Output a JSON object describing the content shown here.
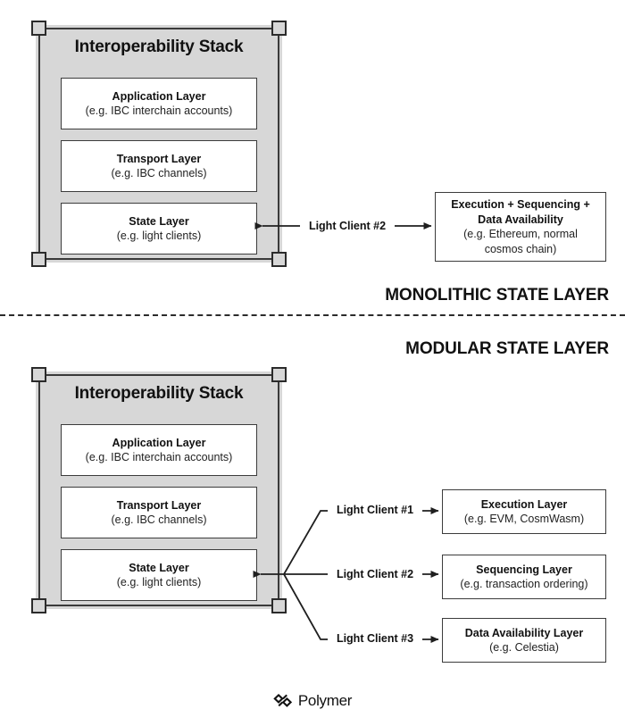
{
  "diagram": {
    "title": "Monolithic vs Modular State Layer — Interoperability Stack",
    "accent_color": "#d7d7d7",
    "line_color": "#2b2b2b",
    "box_border_color": "#3c3c3c"
  },
  "sections": [
    {
      "id": "monolithic",
      "caption": "MONOLITHIC STATE LAYER",
      "stack": {
        "title": "Interoperability Stack",
        "layers": [
          {
            "title": "Application Layer",
            "sub": "(e.g. IBC interchain accounts)"
          },
          {
            "title": "Transport Layer",
            "sub": "(e.g. IBC channels)"
          },
          {
            "title": "State Layer",
            "sub": "(e.g. light clients)"
          }
        ]
      },
      "connectors": [
        {
          "label": "Light Client #2"
        }
      ],
      "targets": [
        {
          "title_line1": "Execution + Sequencing +",
          "title_line2": "Data Availability",
          "sub_line1": "(e.g. Ethereum, normal",
          "sub_line2": "cosmos chain)"
        }
      ]
    },
    {
      "id": "modular",
      "caption": "MODULAR STATE LAYER",
      "stack": {
        "title": "Interoperability Stack",
        "layers": [
          {
            "title": "Application Layer",
            "sub": "(e.g. IBC interchain accounts)"
          },
          {
            "title": "Transport Layer",
            "sub": "(e.g. IBC channels)"
          },
          {
            "title": "State Layer",
            "sub": "(e.g. light clients)"
          }
        ]
      },
      "connectors": [
        {
          "label": "Light Client #1"
        },
        {
          "label": "Light Client #2"
        },
        {
          "label": "Light Client #3"
        }
      ],
      "targets": [
        {
          "title": "Execution Layer",
          "sub": "(e.g. EVM, CosmWasm)"
        },
        {
          "title": "Sequencing Layer",
          "sub": "(e.g. transaction ordering)"
        },
        {
          "title": "Data Availability Layer",
          "sub": "(e.g. Celestia)"
        }
      ]
    }
  ],
  "footer": {
    "logo_icon": "polymer-diamonds-icon",
    "wordmark": "Polymer"
  }
}
